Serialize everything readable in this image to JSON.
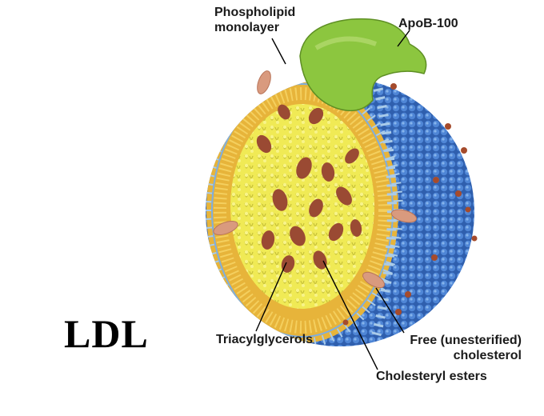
{
  "title": "LDL",
  "labels": {
    "phospholipid_line1": "Phospholipid",
    "phospholipid_line2": "monolayer",
    "apob": "ApoB-100",
    "triacylglycerols": "Triacylglycerols",
    "free_chol_line1": "Free (unesterified)",
    "free_chol_line2": "cholesterol",
    "cholesteryl_esters": "Cholesteryl esters"
  },
  "colors": {
    "shell_blue": "#3b6fc0",
    "head_light_blue": "#a9cbe9",
    "tail_gold": "#e7b43a",
    "core_yellow": "#f2ee63",
    "cholesterol_brown": "#9a4a33",
    "apob_green": "#8cc63f"
  }
}
